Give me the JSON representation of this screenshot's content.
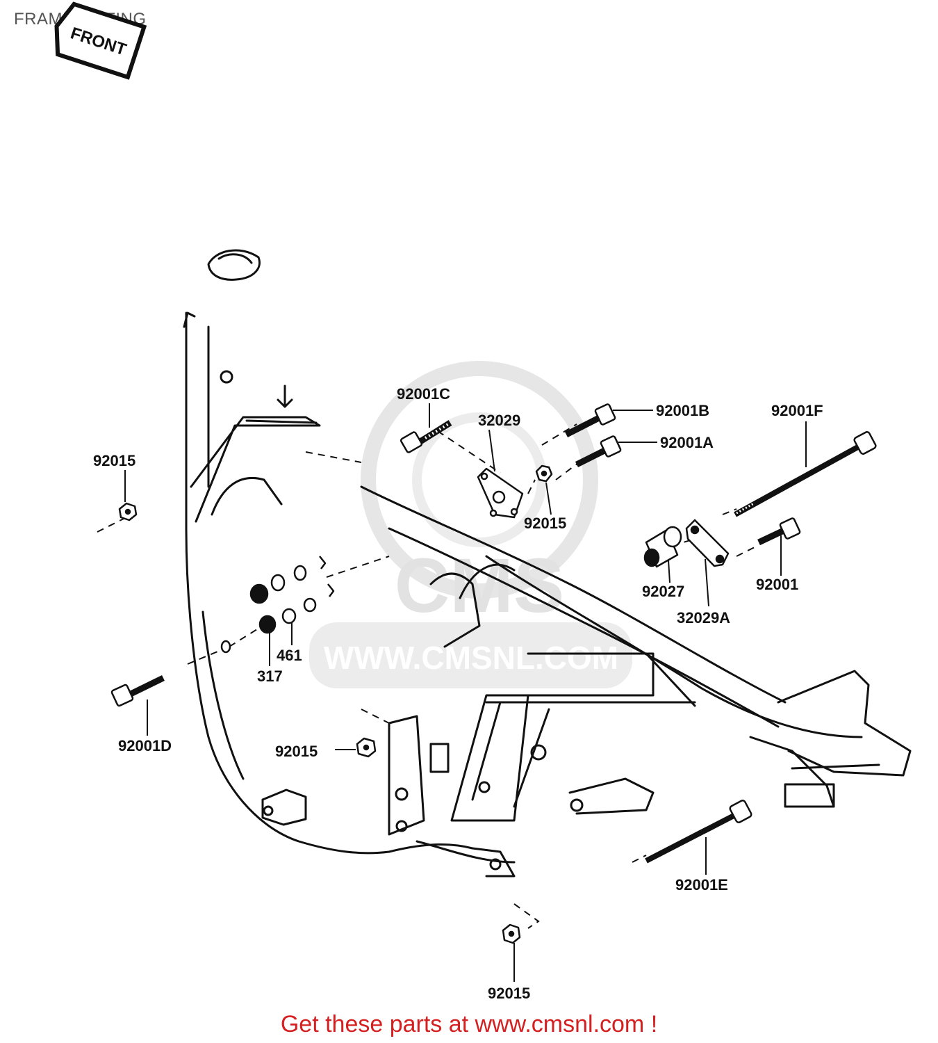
{
  "page": {
    "title": "FRAME FITTING",
    "footer": "Get these parts at www.cmsnl.com !"
  },
  "orientation": {
    "label": "FRONT"
  },
  "watermark": {
    "brand": "CMS",
    "url": "WWW.CMSNL.COM"
  },
  "parts": [
    {
      "id": "p01",
      "code": "92001C"
    },
    {
      "id": "p02",
      "code": "32029"
    },
    {
      "id": "p03",
      "code": "92001B"
    },
    {
      "id": "p04",
      "code": "92001A"
    },
    {
      "id": "p05",
      "code": "92001F"
    },
    {
      "id": "p06",
      "code": "92015"
    },
    {
      "id": "p07",
      "code": "92015"
    },
    {
      "id": "p08",
      "code": "92027"
    },
    {
      "id": "p09",
      "code": "32029A"
    },
    {
      "id": "p10",
      "code": "92001"
    },
    {
      "id": "p11",
      "code": "461"
    },
    {
      "id": "p12",
      "code": "317"
    },
    {
      "id": "p13",
      "code": "92001D"
    },
    {
      "id": "p14",
      "code": "92015"
    },
    {
      "id": "p15",
      "code": "92001E"
    },
    {
      "id": "p16",
      "code": "92015"
    }
  ],
  "colors": {
    "line": "#111111",
    "footer": "#d42020",
    "watermark": "#e2e2e2",
    "title": "#555555"
  }
}
